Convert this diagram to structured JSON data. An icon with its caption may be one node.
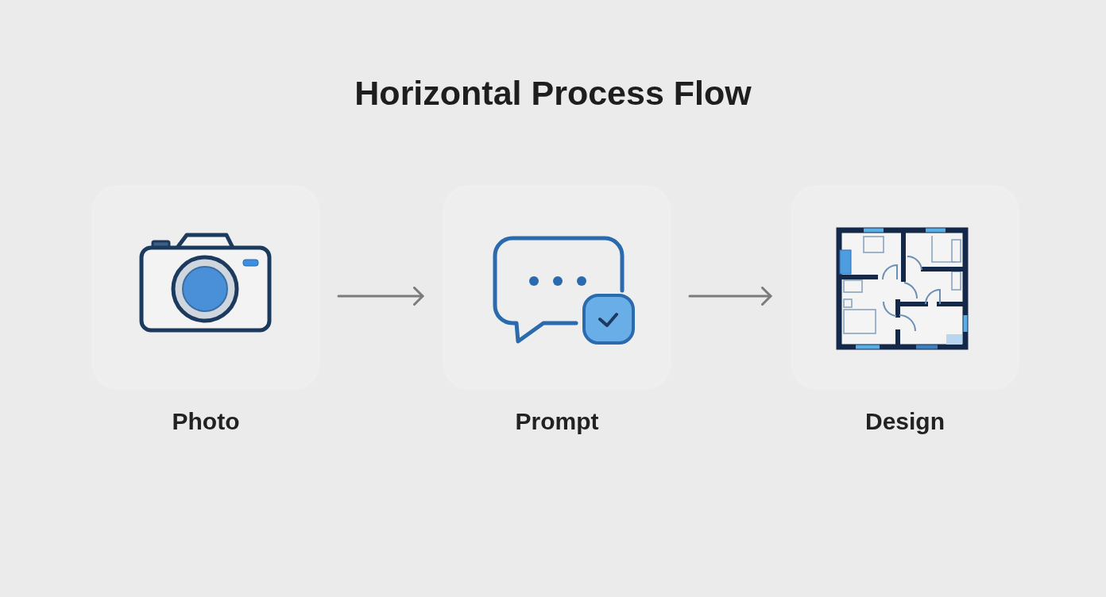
{
  "diagram": {
    "title": "Horizontal Process Flow",
    "nodes": [
      {
        "text": [
          "Photo"
        ]
      },
      {
        "text": [
          "Prompt"
        ]
      },
      {
        "text": [
          "Design"
        ]
      }
    ],
    "edges": [
      {
        "from": 0,
        "to": 1,
        "arrow": "to"
      },
      {
        "from": 1,
        "to": 2,
        "arrow": "to"
      }
    ]
  }
}
